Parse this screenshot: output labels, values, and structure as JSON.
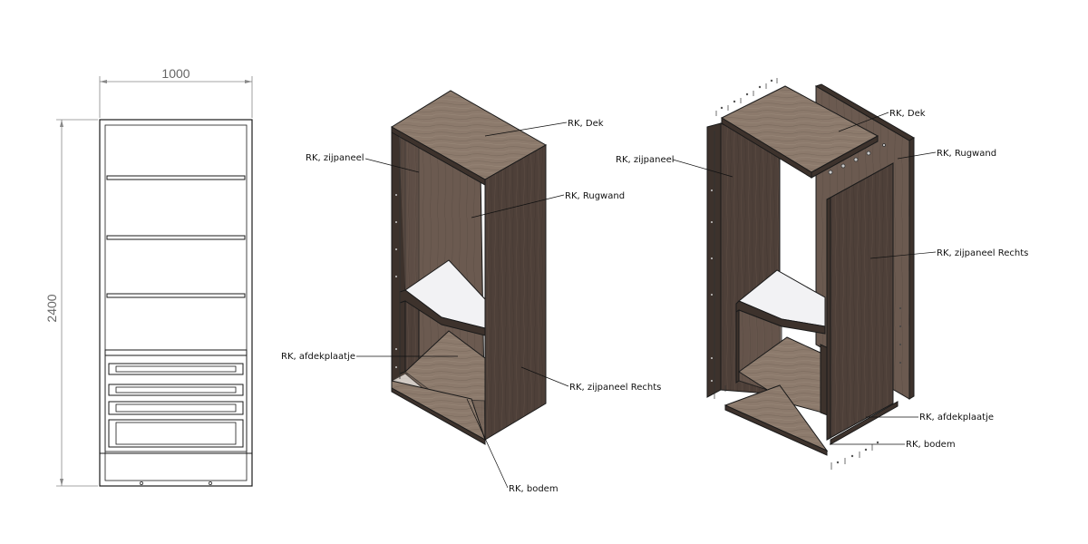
{
  "front_view": {
    "width_dimension": "1000",
    "height_dimension": "2400"
  },
  "assembled_view": {
    "labels": {
      "dek": "RK, Dek",
      "zijpaneel": "RK, zijpaneel",
      "rugwand": "RK, Rugwand",
      "afdekplaatje": "RK, afdekplaatje",
      "zijpaneel_rechts": "RK, zijpaneel Rechts",
      "bodem": "RK, bodem"
    }
  },
  "exploded_view": {
    "labels": {
      "dek": "RK, Dek",
      "rugwand": "RK, Rugwand",
      "zijpaneel": "RK, zijpaneel",
      "zijpaneel_rechts": "RK, zijpaneel Rechts",
      "afdekplaatje": "RK, afdekplaatje",
      "bodem": "RK, bodem"
    }
  },
  "colors": {
    "wood_top": "#8c7a6c",
    "wood_dark": "#4e4039",
    "wood_mid": "#6b5a50",
    "shelf_white": "#f2f2f4",
    "line": "#1a1a1a"
  }
}
